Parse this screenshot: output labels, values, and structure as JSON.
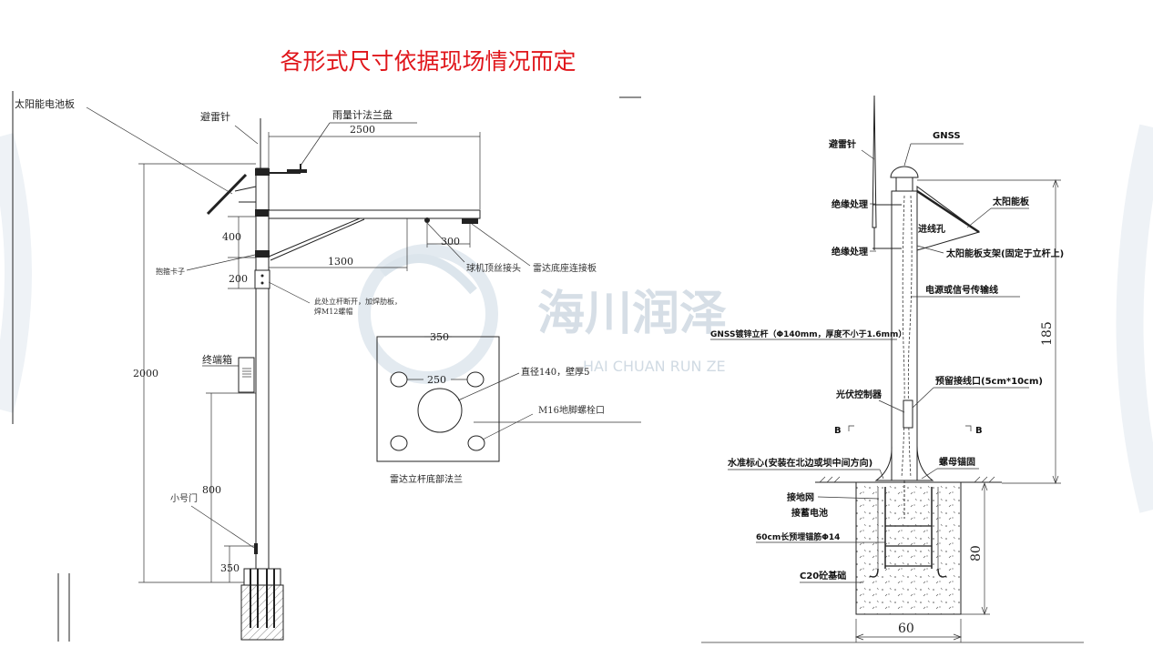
{
  "page_title": "各形式尺寸依据现场情况而定",
  "watermark": {
    "cn": "海川润泽",
    "en": "HAI CHUAN RUN ZE"
  },
  "left_diagram": {
    "labels": {
      "solar_panel": "太阳能电池板",
      "lightning_rod": "避雷针",
      "rain_gauge_flange": "雨量计法兰盘",
      "hoop_clamp": "抱箍卡子",
      "camera_connector": "球机顶丝接头",
      "radar_base_connector": "雷达底座连接板",
      "reinforce_note_1": "此处立杆断开，加焊肋板，",
      "reinforce_note_2": "焊M12螺帽",
      "terminal_box": "终端箱",
      "small_door": "小号门",
      "diameter_note": "直径140，壁厚5",
      "anchor_bolt": "M16地脚螺栓口",
      "flange_caption": "雷达立杆底部法兰"
    },
    "dims": {
      "d2500": "2500",
      "d400": "400",
      "d300": "300",
      "d1300": "1300",
      "d200": "200",
      "d2000": "2000",
      "d800": "800",
      "d350": "350",
      "f350": "350",
      "f250": "250"
    }
  },
  "right_diagram": {
    "labels": {
      "lightning_rod": "避雷针",
      "gnss": "GNSS",
      "insulation_1": "绝缘处理",
      "insulation_2": "绝缘处理",
      "solar_panel": "太阳能板",
      "cable_hole": "进线孔",
      "panel_bracket": "太阳能板支架(固定于立杆上)",
      "cable": "电源或信号传输线",
      "pole": "GNSS镀锌立杆（Φ140mm，厚度不小于1.6mm）",
      "pv_controller": "光伏控制器",
      "reserved_port": "预留接线口(5cm*10cm)",
      "b_left": "B",
      "b_right": "B",
      "level_mark": "水准标心(安装在北边或坝中间方向)",
      "nut_anchor": "螺母锚固",
      "ground_net": "接地网",
      "battery": "接蓄电池",
      "rebar": "60cm长预埋锚筋Φ14",
      "foundation": "C20砼基础"
    },
    "dims": {
      "d185": "185",
      "d80": "80",
      "d60": "60"
    }
  }
}
